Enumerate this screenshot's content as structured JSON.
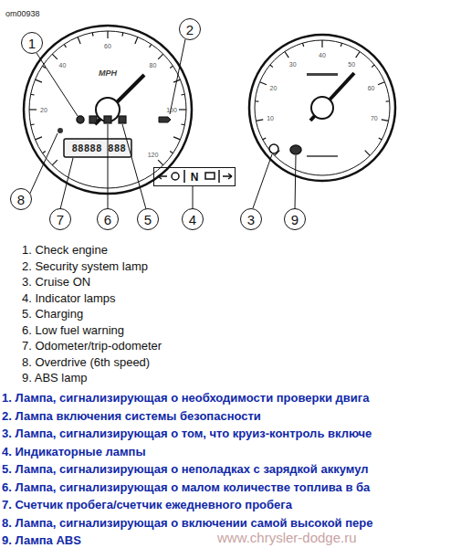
{
  "diagram": {
    "nodes": [
      {
        "text": [
          "1"
        ]
      },
      {
        "text": [
          "2"
        ]
      },
      {
        "text": [
          "3"
        ]
      },
      {
        "text": [
          "4"
        ]
      },
      {
        "text": [
          "5"
        ]
      },
      {
        "text": [
          "6"
        ]
      },
      {
        "text": [
          "7"
        ]
      },
      {
        "text": [
          "8"
        ]
      },
      {
        "text": [
          "9"
        ]
      },
      {
        "text": [
          "N"
        ]
      }
    ],
    "labels": [
      "om00938",
      "MPH",
      "20",
      "40",
      "60",
      "80",
      "100",
      "120",
      "10",
      "20",
      "30",
      "40",
      "50",
      "60",
      "70",
      "88888",
      "888",
      "1. Check engine",
      "2. Security system lamp",
      "3. Cruise ON",
      "4. Indicator lamps",
      "5. Charging",
      "6. Low fuel warning",
      "7. Odometer/trip-odometer",
      "8. Overdrive (6th speed)",
      "9. ABS lamp",
      "1. Лампа, сигнализирующая о необходимости проверки двига",
      "2. Лампа включения системы безопасности",
      "3. Лампа, сигнализирующая о том, что круиз-контроль включе",
      "4. Индикаторные лампы",
      "5. Лампа, сигнализирующая о неполадках с зарядкой аккумул",
      "6. Лампа, сигнализирующая о малом количестве топлива в ба",
      "7. Счетчик пробега/счетчик ежедневного пробега",
      "8. Лампа, сигнализирующая о включении самой высокой пере",
      "9. Лампа ABS",
      "www.chrysler-dodge.ru"
    ]
  }
}
